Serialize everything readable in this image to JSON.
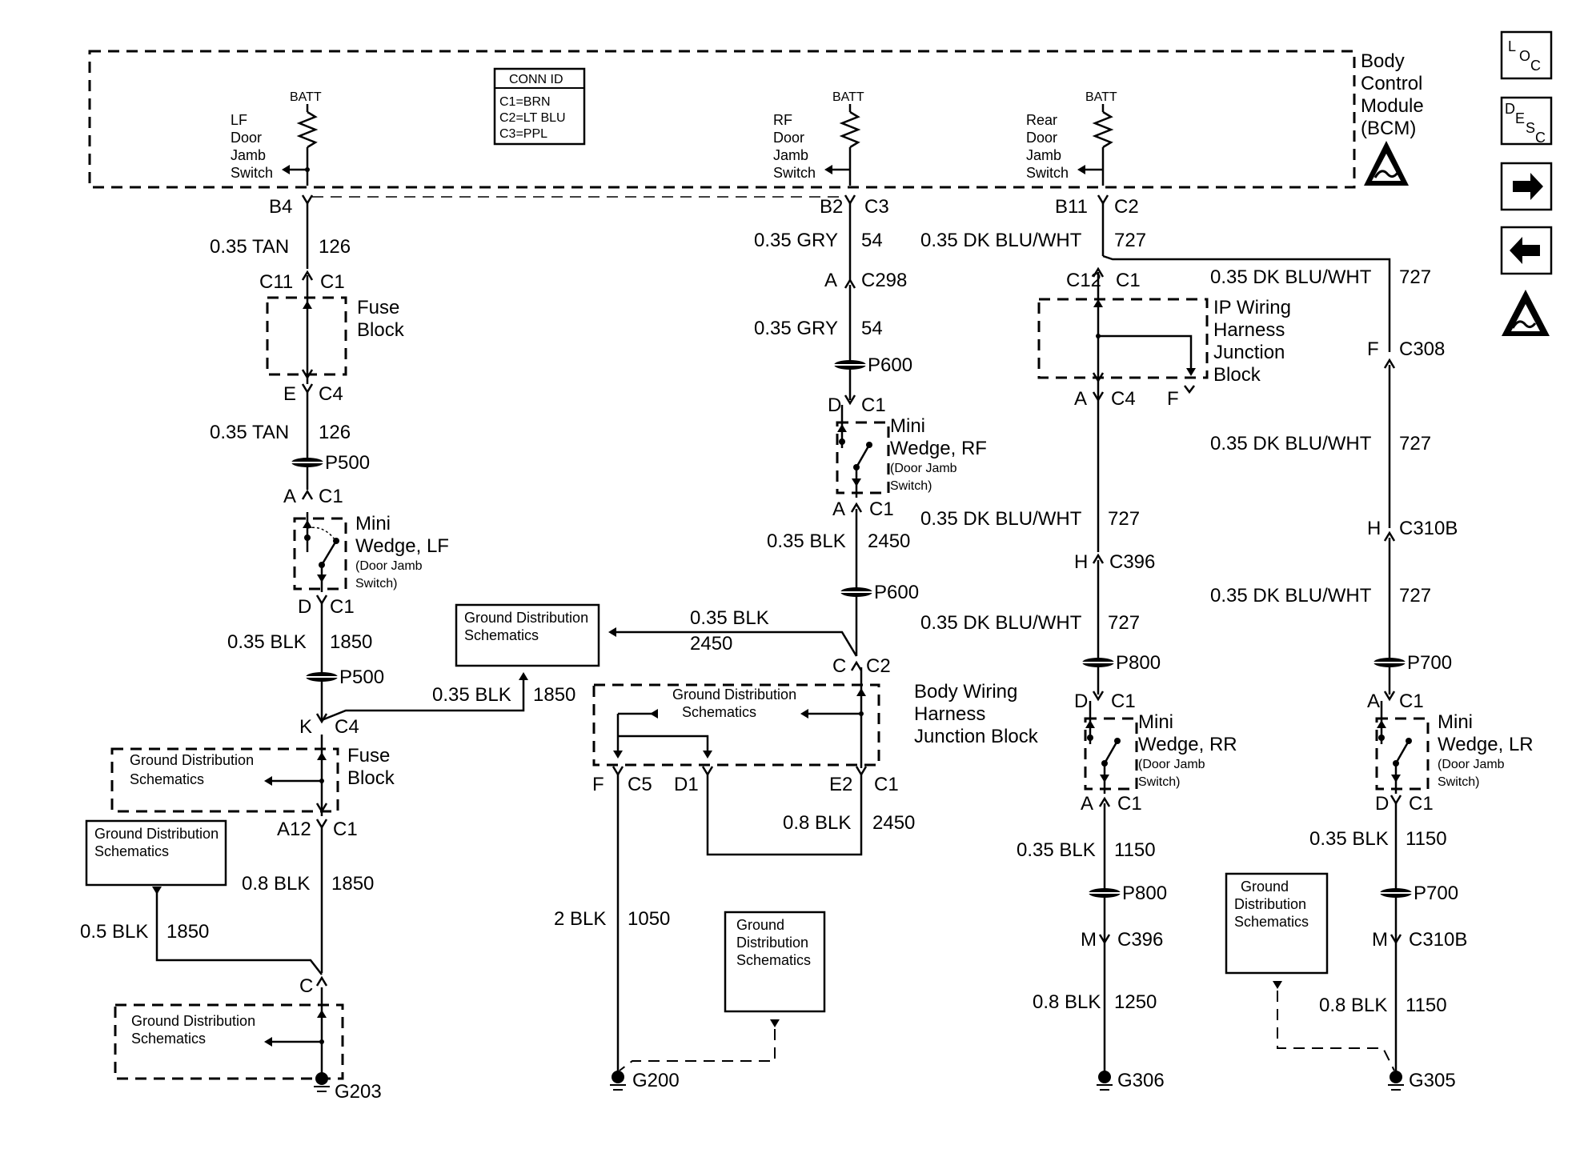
{
  "bcm": {
    "label_1": "Body",
    "label_2": "Control",
    "label_3": "Module",
    "label_4": "(BCM)"
  },
  "conn_id": {
    "title": "CONN ID",
    "c1": "C1=BRN",
    "c2": "C2=LT BLU",
    "c3": "C3=PPL"
  },
  "batt": "BATT",
  "switch_lf": {
    "l1": "LF",
    "l2": "Door",
    "l3": "Jamb",
    "l4": "Switch"
  },
  "switch_rf": {
    "l1": "RF",
    "l2": "Door",
    "l3": "Jamb",
    "l4": "Switch"
  },
  "switch_rear": {
    "l1": "Rear",
    "l2": "Door",
    "l3": "Jamb",
    "l4": "Switch"
  },
  "nav": {
    "loc": "LOC",
    "desc": "DESC"
  },
  "lf": {
    "b4": "B4",
    "w1_a": "0.35 TAN",
    "w1_b": "126",
    "c11": "C11",
    "c1a": "C1",
    "fuse_1": "Fuse",
    "fuse_2": "Block",
    "e": "E",
    "c4": "C4",
    "w2_a": "0.35 TAN",
    "w2_b": "126",
    "p500": "P500",
    "a": "A",
    "c1b": "C1",
    "mini_1": "Mini",
    "mini_2": "Wedge, LF",
    "mini_3": "(Door Jamb",
    "mini_4": "Switch)",
    "d": "D",
    "c1c": "C1",
    "w3_a": "0.35 BLK",
    "w3_b": "1850",
    "p500b": "P500",
    "k": "K",
    "c4b": "C4",
    "fuse2_1": "Fuse",
    "fuse2_2": "Block",
    "gds_1": "Ground Distribution",
    "gds_2": "Schematics",
    "a12": "A12",
    "c1d": "C1",
    "w4_a": "0.8 BLK",
    "w4_b": "1850",
    "w5_a": "0.5 BLK",
    "w5_b": "1850",
    "c": "C",
    "g203": "G203",
    "w6_a": "0.35 BLK",
    "w6_b": "1850"
  },
  "rf": {
    "b2": "B2",
    "c3": "C3",
    "w1_a": "0.35 GRY",
    "w1_b": "54",
    "a": "A",
    "c298": "C298",
    "w2_a": "0.35 GRY",
    "w2_b": "54",
    "p600": "P600",
    "d": "D",
    "c1": "C1",
    "mini_1": "Mini",
    "mini_2": "Wedge, RF",
    "mini_3": "(Door Jamb",
    "mini_4": "Switch)",
    "a2": "A",
    "c1b": "C1",
    "w3_a": "0.35 BLK",
    "w3_b": "2450",
    "p600b": "P600",
    "w4_a": "0.35 BLK",
    "w4_b": "2450",
    "c": "C",
    "c2": "C2",
    "bwh_1": "Body Wiring",
    "bwh_2": "Harness",
    "bwh_3": "Junction Block",
    "f": "F",
    "c5": "C5",
    "d1": "D1",
    "e2": "E2",
    "c1c": "C1",
    "w5_a": "0.8 BLK",
    "w5_b": "2450",
    "w6_a": "2 BLK",
    "w6_b": "1050",
    "g200": "G200"
  },
  "rr": {
    "b11": "B11",
    "c2": "C2",
    "w1_a": "0.35 DK BLU/WHT",
    "w1_b": "727",
    "c12": "C12",
    "c1": "C1",
    "ip_1": "IP Wiring",
    "ip_2": "Harness",
    "ip_3": "Junction",
    "ip_4": "Block",
    "a": "A",
    "c4": "C4",
    "f": "F",
    "w2_a": "0.35 DK BLU/WHT",
    "w2_b": "727",
    "h": "H",
    "c396": "C396",
    "w3_a": "0.35 DK BLU/WHT",
    "w3_b": "727",
    "p800": "P800",
    "d": "D",
    "c1b": "C1",
    "mini_1": "Mini",
    "mini_2": "Wedge, RR",
    "mini_3": "(Door Jamb",
    "mini_4": "Switch)",
    "a2": "A",
    "c1c": "C1",
    "w4_a": "0.35 BLK",
    "w4_b": "1150",
    "p800b": "P800",
    "m": "M",
    "c396b": "C396",
    "w5_a": "0.8 BLK",
    "w5_b": "1250",
    "g306": "G306"
  },
  "lr": {
    "w1_a": "0.35 DK BLU/WHT",
    "w1_b": "727",
    "f": "F",
    "c308": "C308",
    "w2_a": "0.35 DK BLU/WHT",
    "w2_b": "727",
    "h": "H",
    "c310b": "C310B",
    "w3_a": "0.35 DK BLU/WHT",
    "w3_b": "727",
    "p700": "P700",
    "a": "A",
    "c1": "C1",
    "mini_1": "Mini",
    "mini_2": "Wedge, LR",
    "mini_3": "(Door Jamb",
    "mini_4": "Switch)",
    "d": "D",
    "c1b": "C1",
    "w4_a": "0.35 BLK",
    "w4_b": "1150",
    "p700b": "P700",
    "m": "M",
    "c310b2": "C310B",
    "w5_a": "0.8 BLK",
    "w5_b": "1150",
    "g305": "G305"
  },
  "gds": {
    "l1": "Ground Distribution",
    "l2": "Schematics",
    "g1": "Ground",
    "g2": "Distribution",
    "g3": "Schematics"
  }
}
